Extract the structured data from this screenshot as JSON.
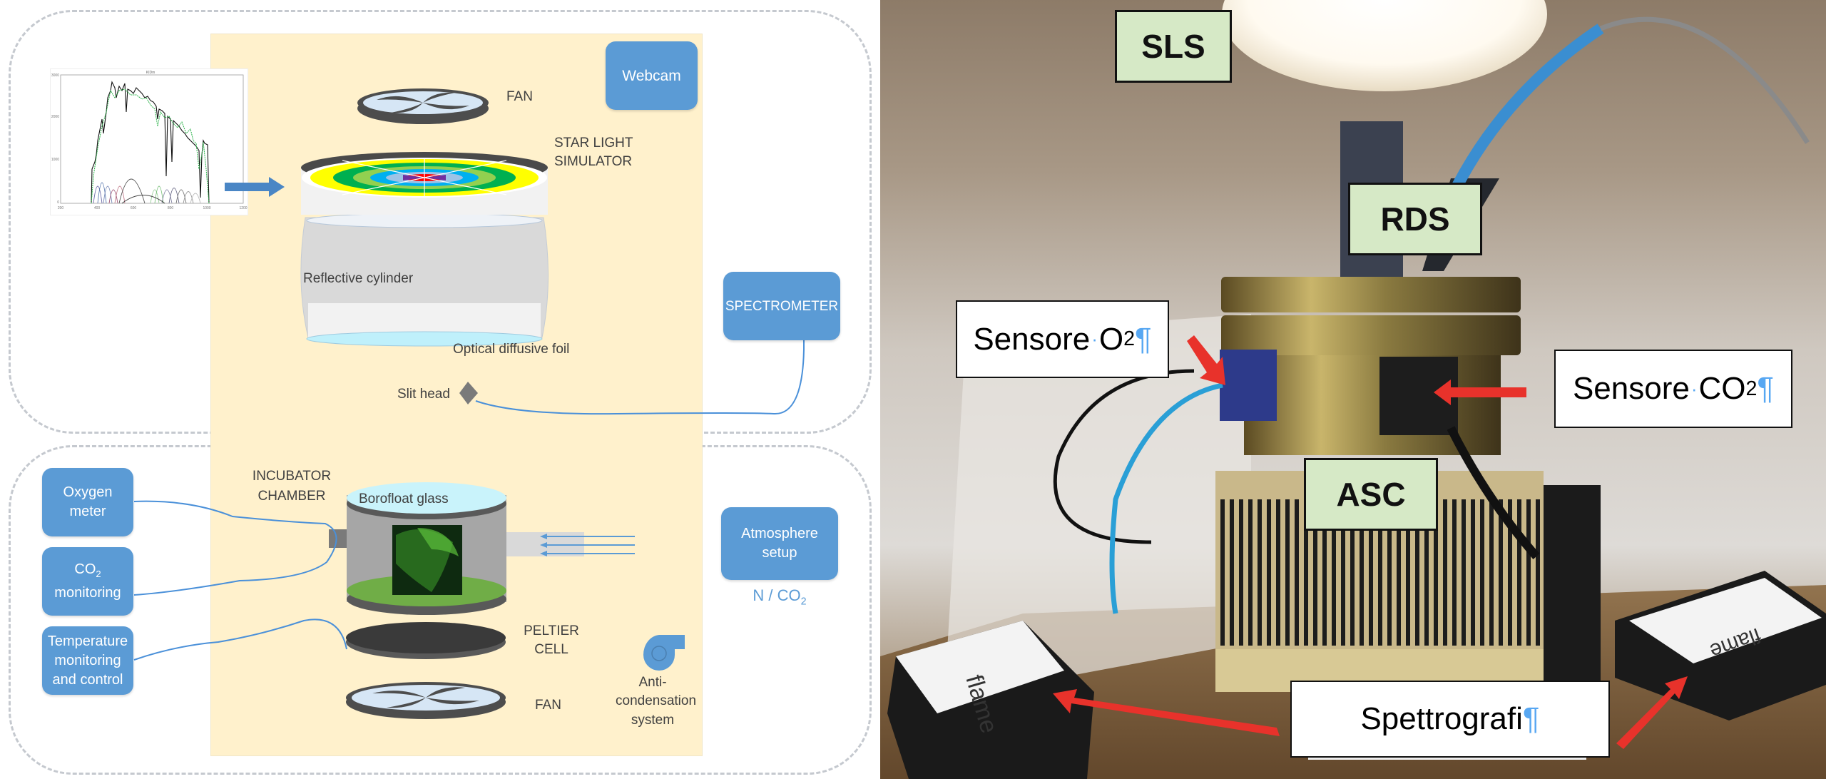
{
  "diagram": {
    "spectrum_inset": {
      "title": "KIDm",
      "x_ticks": [
        "200",
        "400",
        "600",
        "800",
        "1000",
        "1200"
      ],
      "y_ticks": [
        "0",
        "1000",
        "2000",
        "3000"
      ]
    },
    "top_group": {
      "fan_label": "FAN",
      "simulator_label_line1": "STAR LIGHT",
      "simulator_label_line2": "SIMULATOR",
      "reflective_label": "Reflective cylinder",
      "foil_label": "Optical diffusive foil",
      "slit_label": "Slit head",
      "webcam_button": "Webcam",
      "spectrometer_button": "SPECTROMETER"
    },
    "bottom_group": {
      "incubator_line1": "INCUBATOR",
      "incubator_line2": "CHAMBER",
      "glass_label": "Borofloat glass",
      "peltier_line1": "PELTIER",
      "peltier_line2": "CELL",
      "fan_label": "FAN",
      "anti_line1": "Anti-",
      "anti_line2": "condensation",
      "anti_line3": "system",
      "oxygen_line1": "Oxygen",
      "oxygen_line2": "meter",
      "co2_line1": "CO",
      "co2_sub": "2",
      "co2_line2": "monitoring",
      "temp_line1": "Temperature",
      "temp_line2": "monitoring",
      "temp_line3": "and control",
      "atmosphere_line1": "Atmosphere",
      "atmosphere_line2": "setup",
      "gas_label": "N / CO",
      "gas_sub": "2"
    },
    "colors": {
      "box_blue": "#5b9bd5",
      "panel_yellow": "#fff1cc",
      "dash_gray": "#c5c9cf",
      "wire_blue": "#4a90d9"
    }
  },
  "photo": {
    "tags": {
      "sls": "SLS",
      "rds": "RDS",
      "asc": "ASC"
    },
    "callouts": {
      "o2_text": "Sensore",
      "o2_formula": "O",
      "o2_sub": "2",
      "co2_text": "Sensore",
      "co2_formula": "CO",
      "co2_sub": "2",
      "spectrographs": "Spettrografi",
      "pilcrow": "¶",
      "space_dot": "·"
    },
    "brand_text": "flame",
    "colors": {
      "tag_green": "#d6e9c6",
      "arrow_red": "#e8322b",
      "pilcrow_blue": "#57a7f2"
    }
  }
}
